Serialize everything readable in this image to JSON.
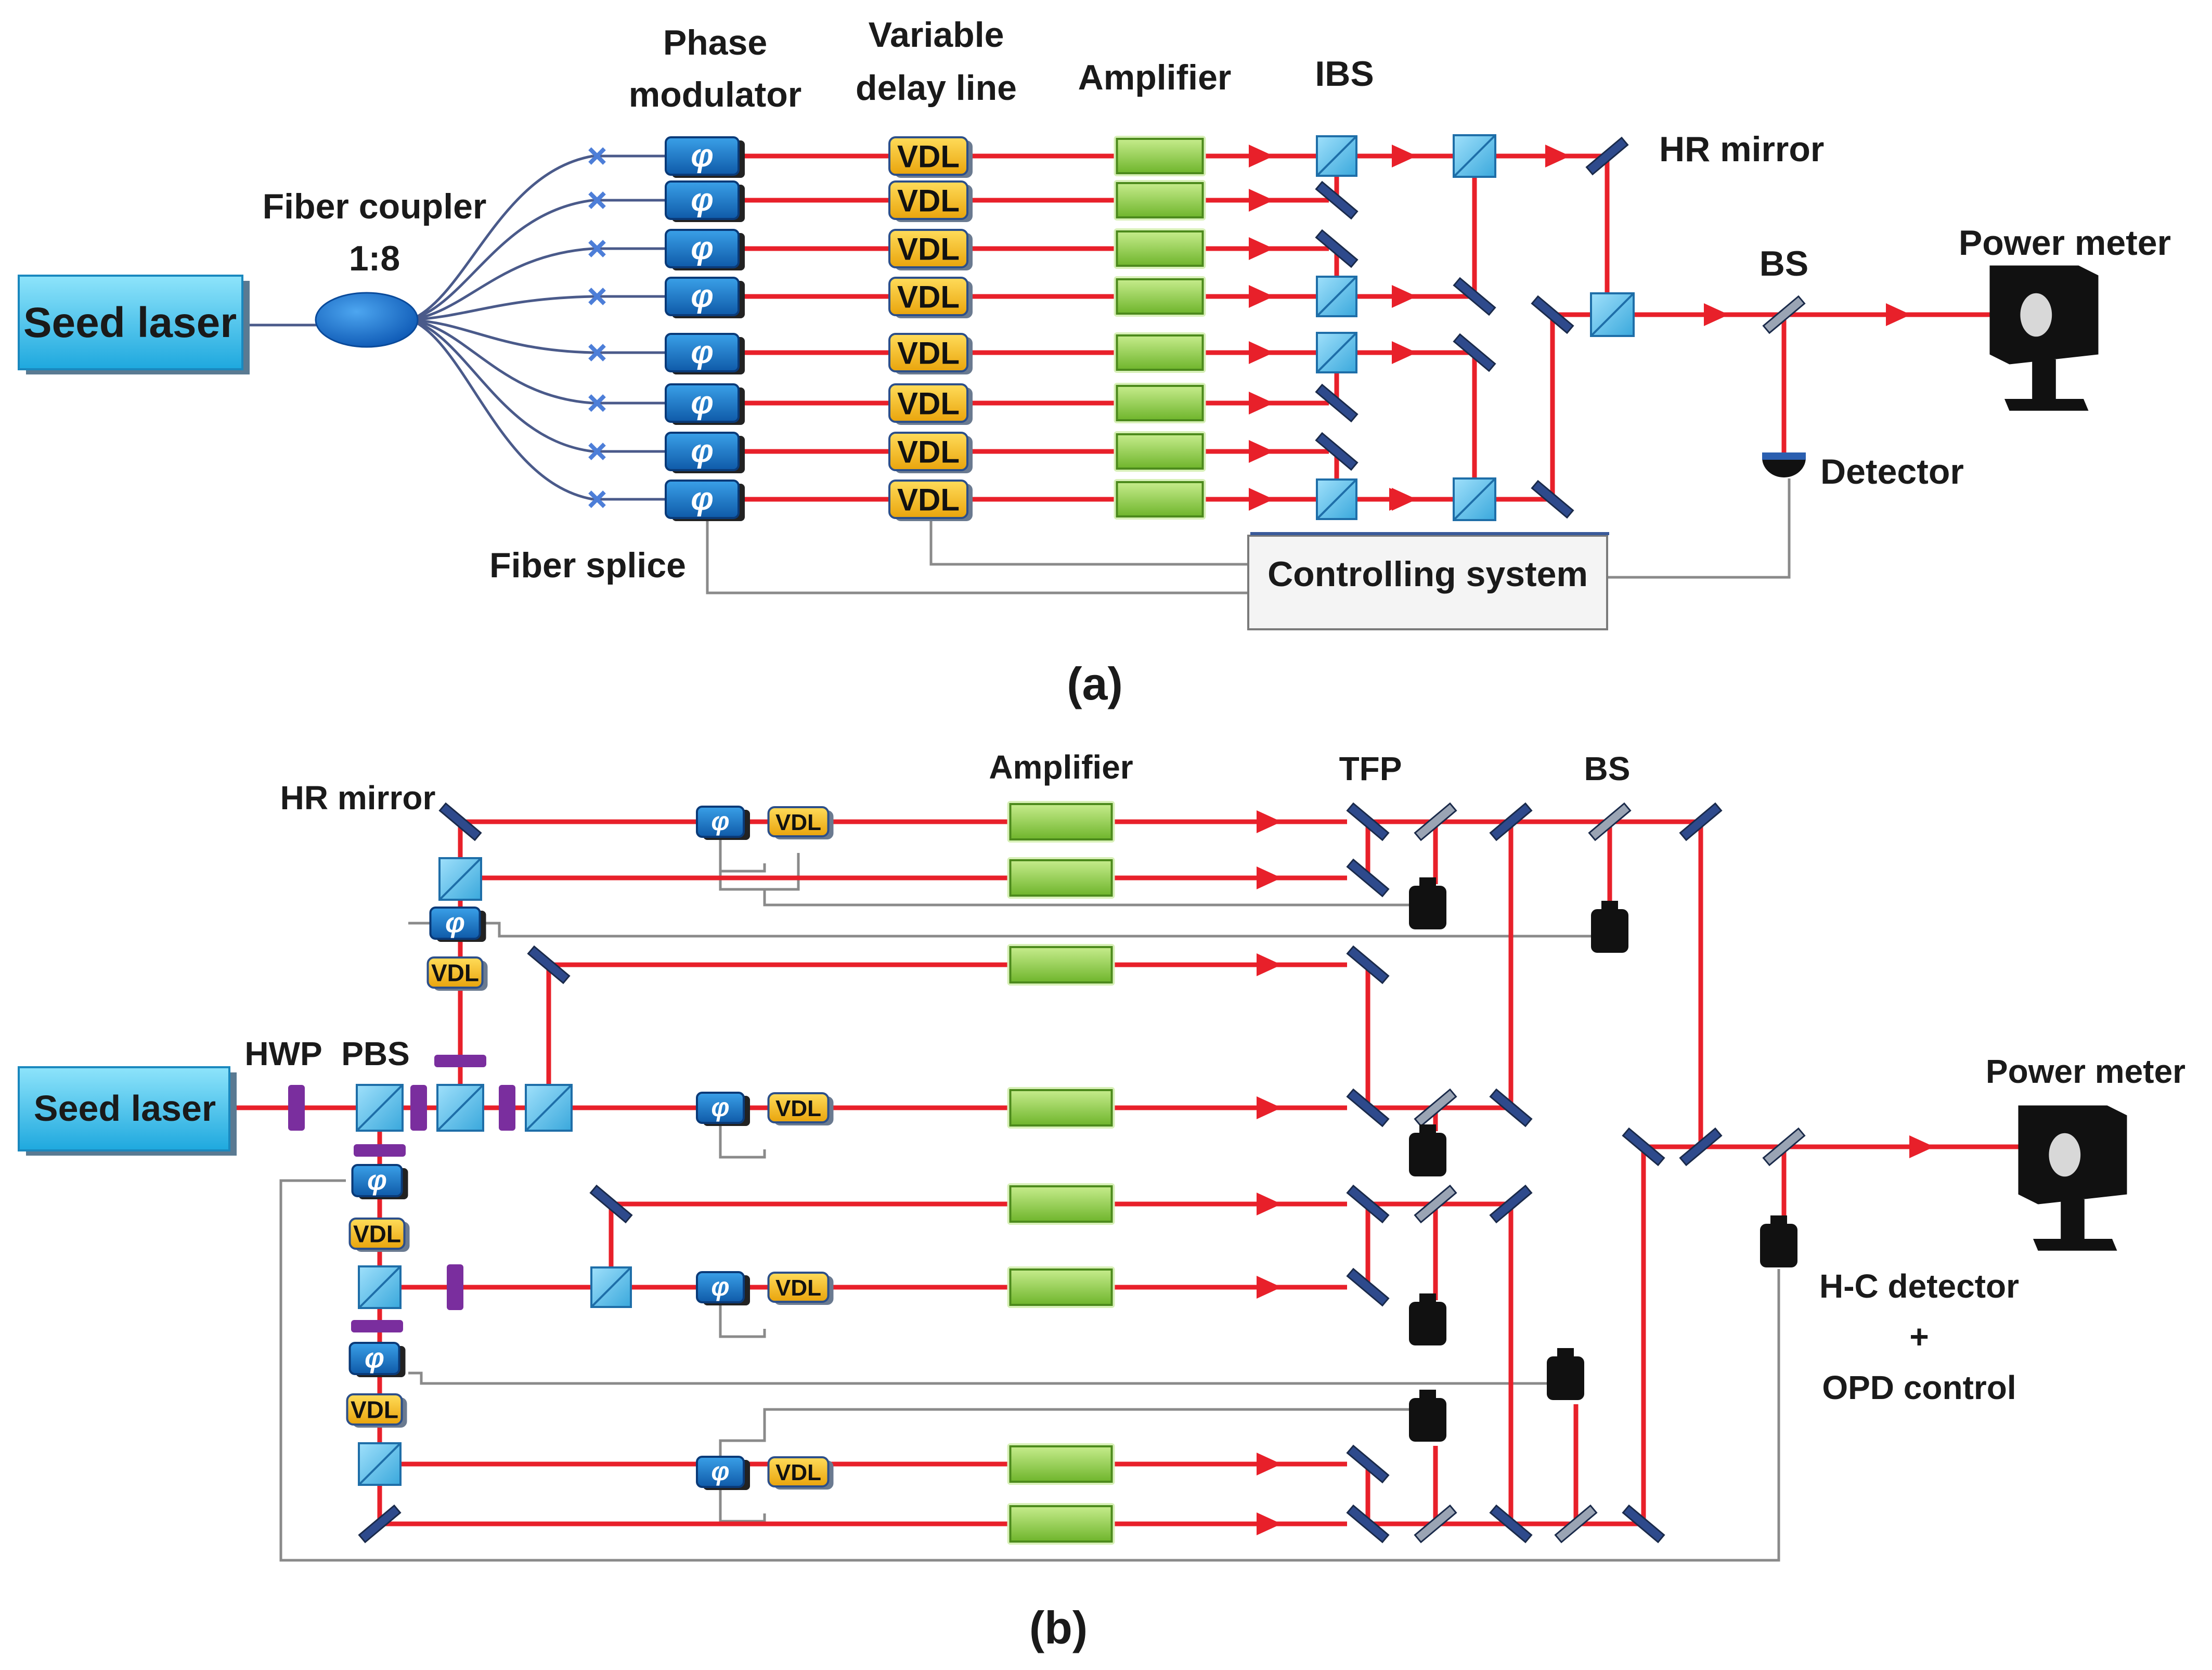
{
  "panel_a": {
    "caption": "(a)",
    "seed_laser": "Seed laser",
    "fiber_coupler": [
      "Fiber coupler",
      "1:8"
    ],
    "phase_modulator": [
      "Phase",
      "modulator"
    ],
    "variable_delay_line": [
      "Variable",
      "delay line"
    ],
    "amplifier": "Amplifier",
    "ibs": "IBS",
    "hr_mirror": "HR mirror",
    "bs": "BS",
    "power_meter": "Power meter",
    "detector": "Detector",
    "fiber_splice": "Fiber splice",
    "controlling_system": "Controlling system"
  },
  "panel_b": {
    "caption": "(b)",
    "hr_mirror": "HR mirror",
    "amplifier": "Amplifier",
    "tfp": "TFP",
    "bs": "BS",
    "seed_laser": "Seed laser",
    "hwp": "HWP",
    "pbs": "PBS",
    "power_meter": "Power meter",
    "hc_detector": [
      "H-C detector",
      "+",
      "OPD control"
    ]
  },
  "symbols": {
    "phase": "φ",
    "vdl": "VDL"
  },
  "colors": {
    "beam": "#e8202a",
    "fiber": "#4a5a8a",
    "seed_fill": "#3ec8f2",
    "amp_fill": "#8fd04a",
    "vdl_fill": "#f5c21a",
    "phase_fill": "#1a78c8",
    "cube_fill": "#5cc0ec",
    "mirror_fill": "#2e4a8c",
    "bs_plate_fill": "#9aa4b4",
    "hwp_fill": "#7a2e9e",
    "wire": "#8a8a8a",
    "device": "#111111"
  }
}
